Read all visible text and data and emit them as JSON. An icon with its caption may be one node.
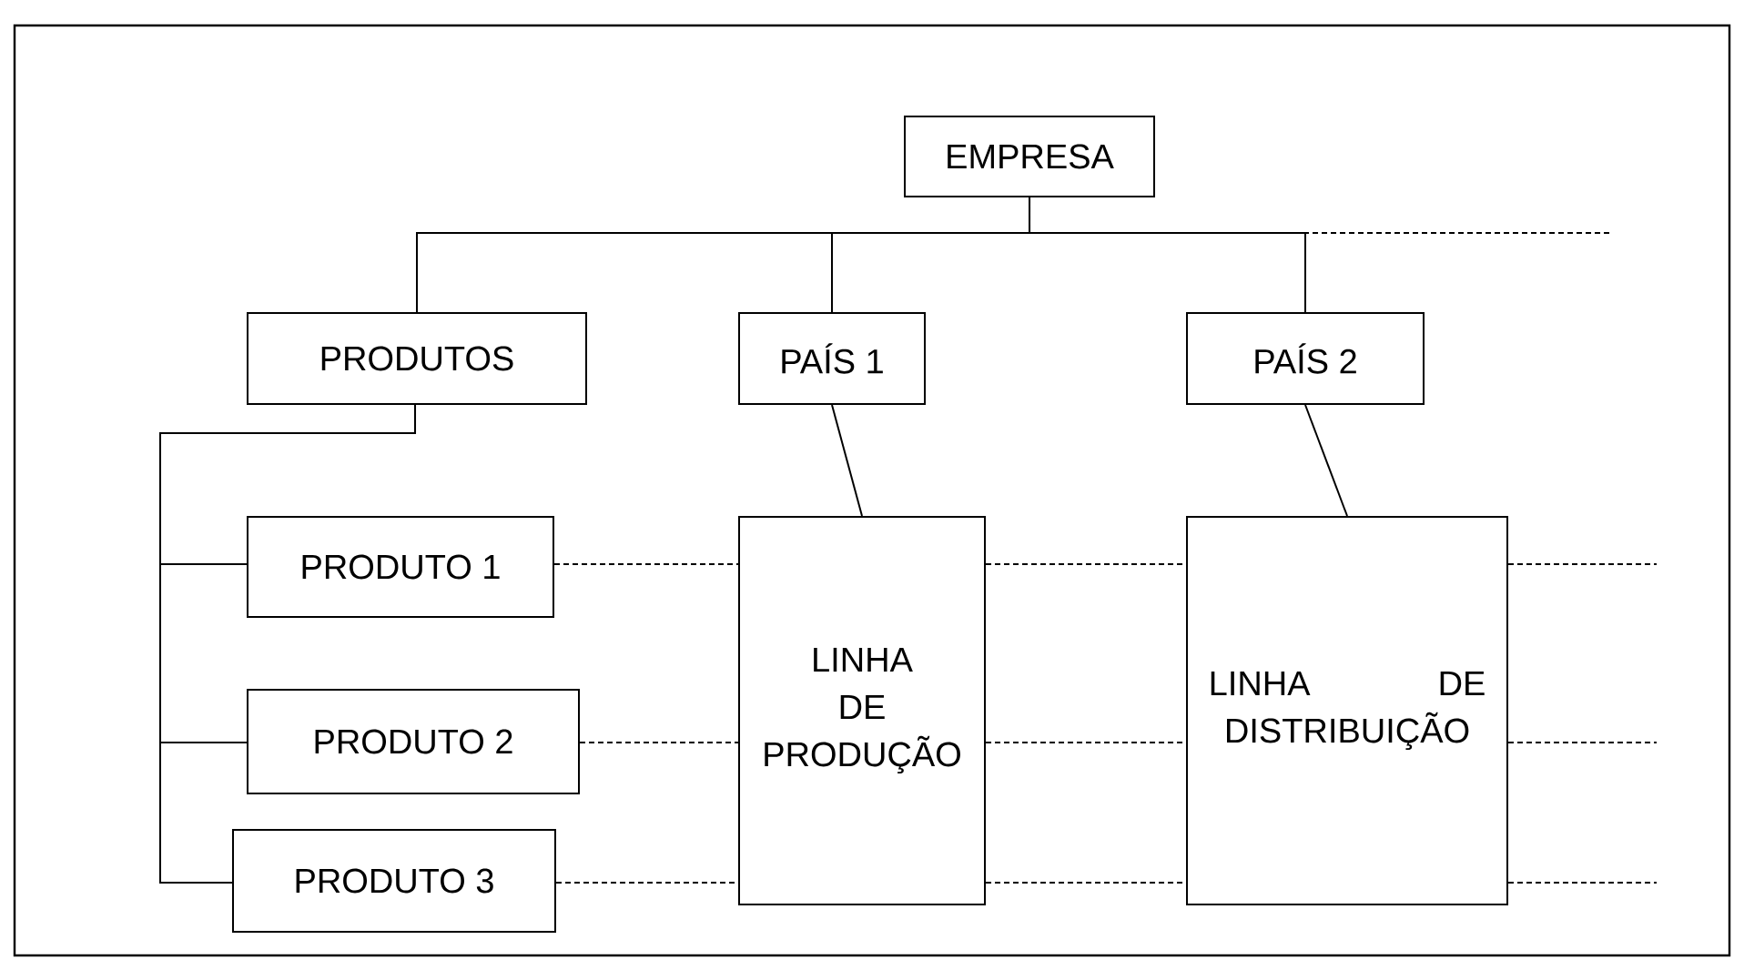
{
  "diagram": {
    "nodes": [
      {
        "text": [
          "EMPRESA"
        ]
      },
      {
        "text": [
          "PRODUTOS"
        ]
      },
      {
        "text": [
          "PAÍS 1"
        ]
      },
      {
        "text": [
          "PAÍS 2"
        ]
      },
      {
        "text": [
          "PRODUTO 1"
        ]
      },
      {
        "text": [
          "PRODUTO 2"
        ]
      },
      {
        "text": [
          "PRODUTO 3"
        ]
      },
      {
        "text": [
          "LINHA DE PRODUÇÃO"
        ]
      },
      {
        "text": [
          "LINHA DE DISTRIBUIÇÃO"
        ]
      }
    ],
    "edges": [
      {
        "from": 0,
        "to": 1,
        "arrow": "none"
      },
      {
        "from": 0,
        "to": 2,
        "arrow": "none"
      },
      {
        "from": 0,
        "to": 3,
        "arrow": "none"
      },
      {
        "from": 0,
        "to": null,
        "arrow": "none",
        "style": "dashed"
      },
      {
        "from": 1,
        "to": 4,
        "arrow": "none"
      },
      {
        "from": 1,
        "to": 5,
        "arrow": "none"
      },
      {
        "from": 1,
        "to": 6,
        "arrow": "none"
      },
      {
        "from": 2,
        "to": 7,
        "arrow": "none"
      },
      {
        "from": 3,
        "to": 8,
        "arrow": "none"
      },
      {
        "from": 4,
        "to": 7,
        "arrow": "none",
        "style": "dashed"
      },
      {
        "from": 5,
        "to": 7,
        "arrow": "none",
        "style": "dashed"
      },
      {
        "from": 6,
        "to": 7,
        "arrow": "none",
        "style": "dashed"
      },
      {
        "from": 7,
        "to": 8,
        "arrow": "none",
        "style": "dashed"
      },
      {
        "from": 7,
        "to": 8,
        "arrow": "none",
        "style": "dashed"
      },
      {
        "from": 7,
        "to": 8,
        "arrow": "none",
        "style": "dashed"
      },
      {
        "from": 8,
        "to": null,
        "arrow": "none",
        "style": "dashed"
      },
      {
        "from": 8,
        "to": null,
        "arrow": "none",
        "style": "dashed"
      },
      {
        "from": 8,
        "to": null,
        "arrow": "none",
        "style": "dashed"
      }
    ]
  }
}
